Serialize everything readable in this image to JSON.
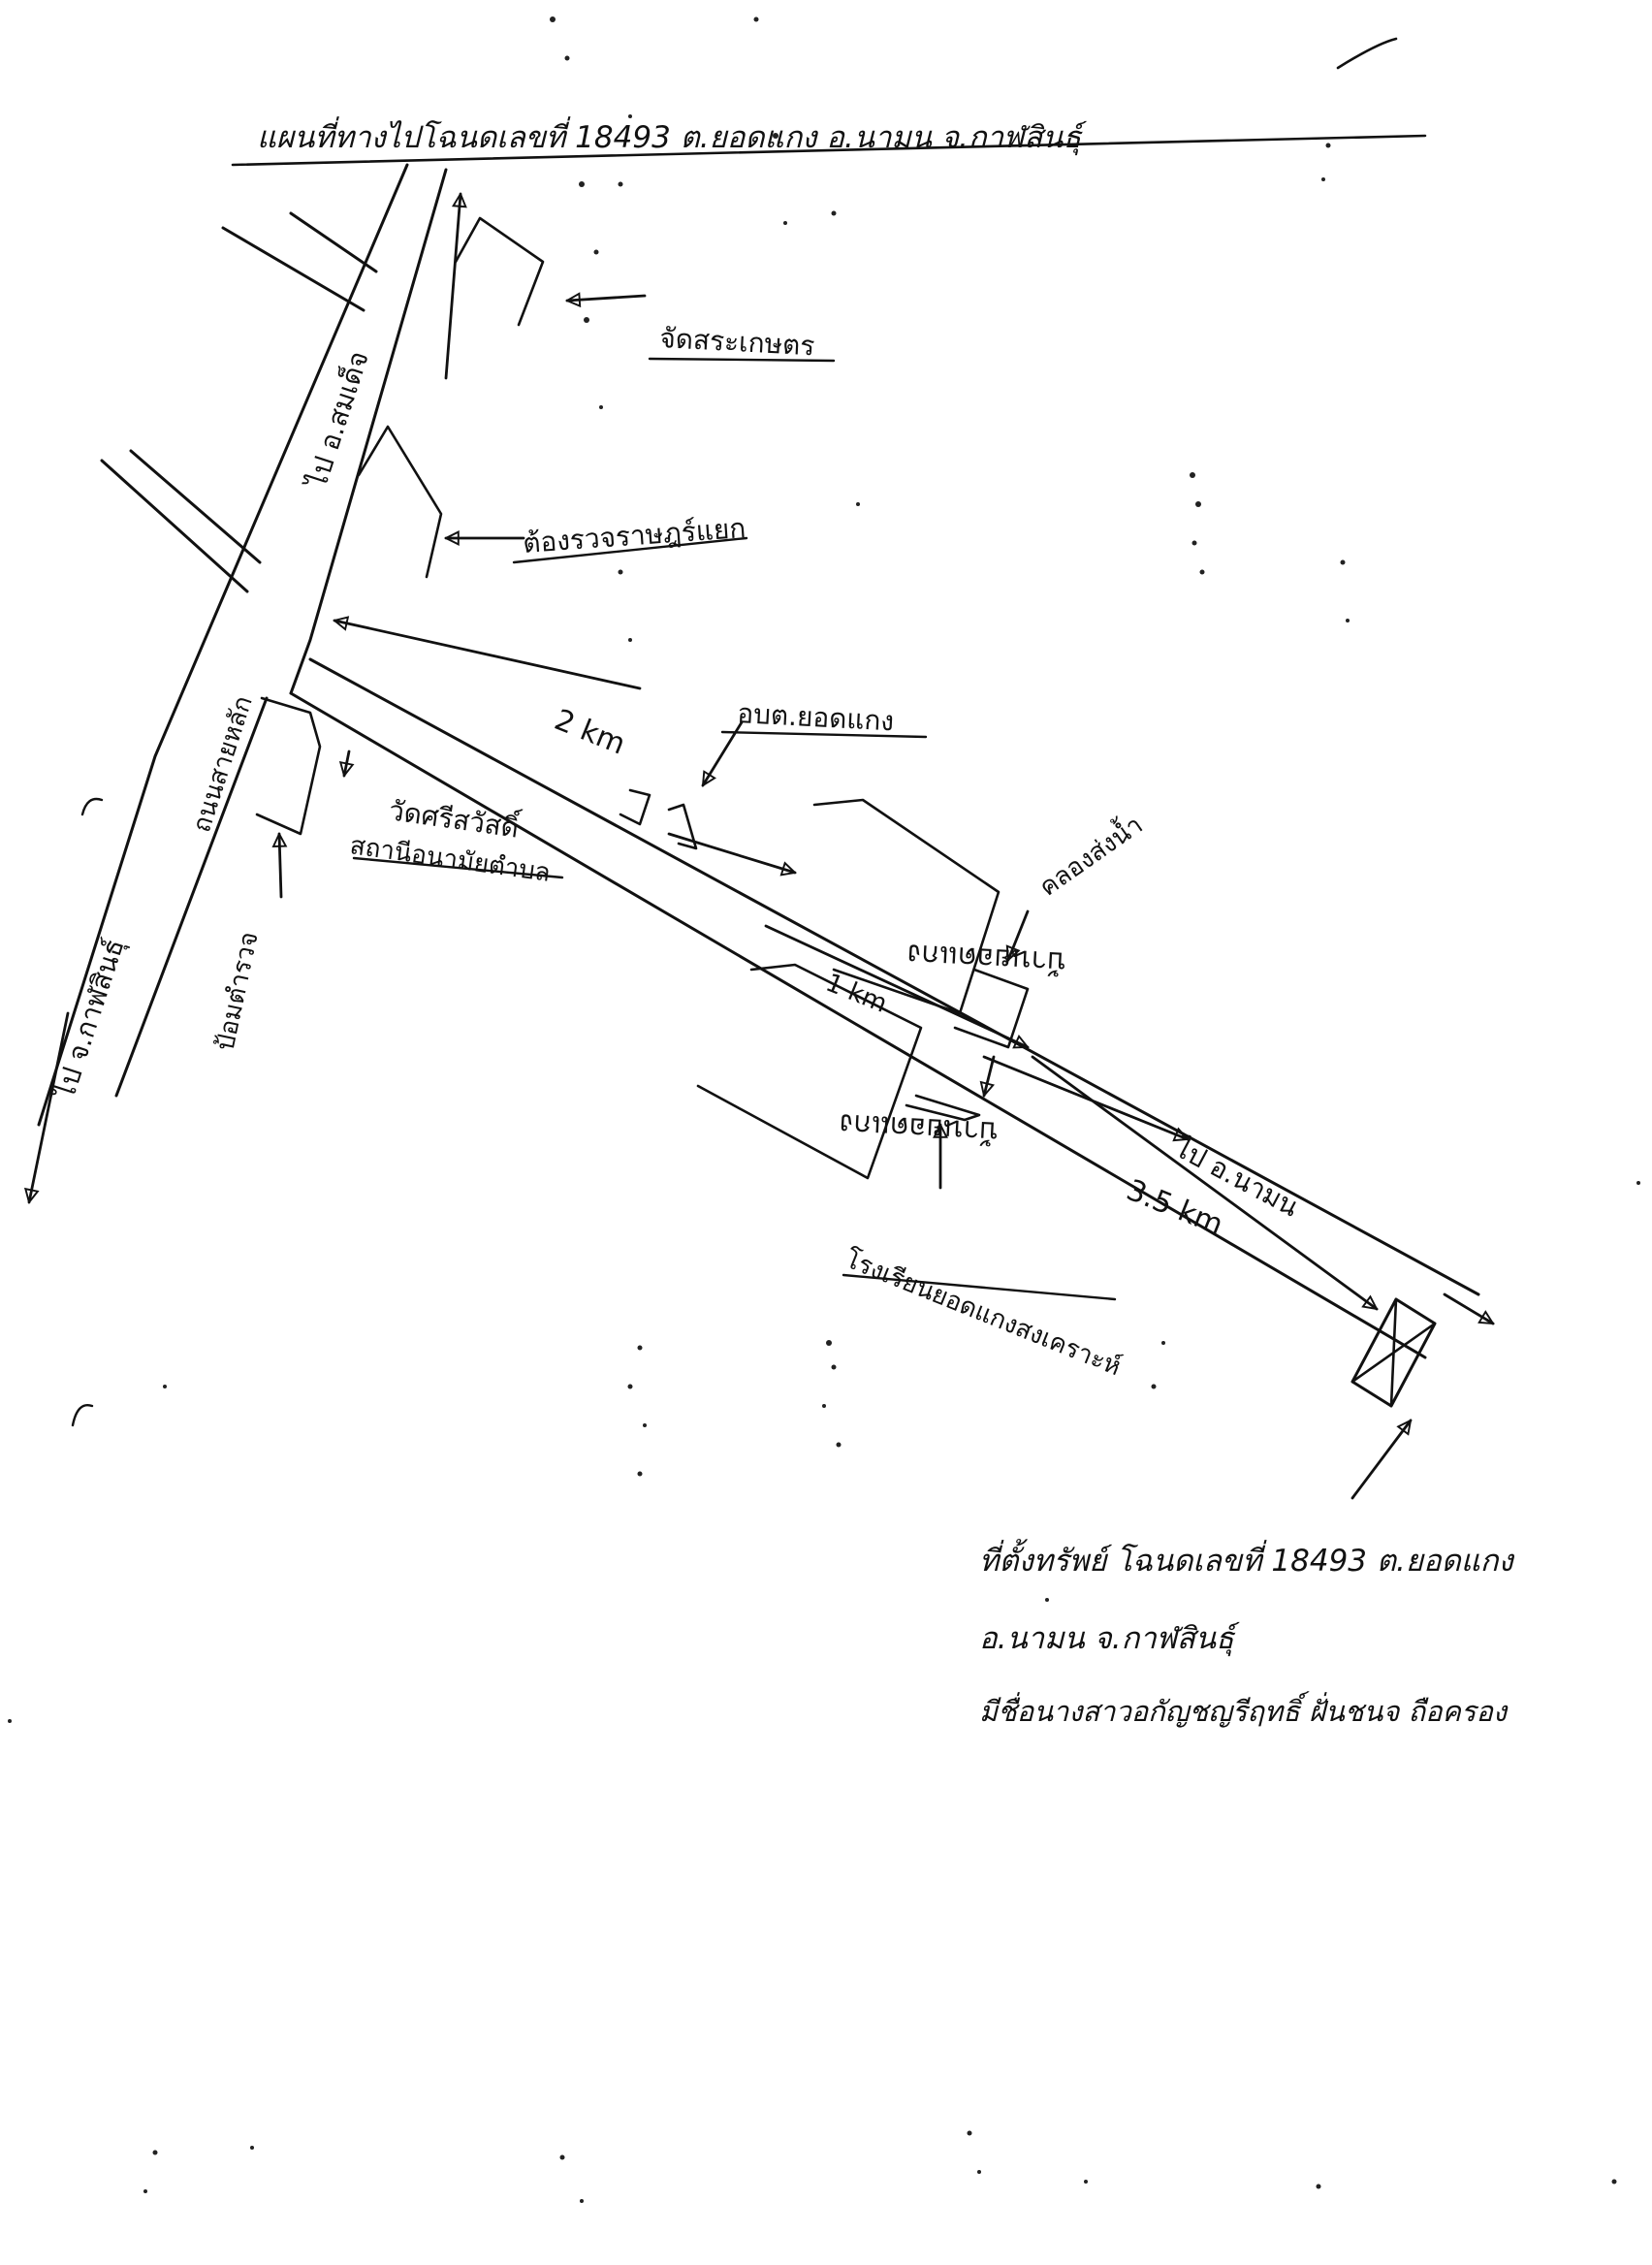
{
  "map": {
    "title": "แผนที่ทางไปโฉนดเลขที่ 18493 ต.ยอดแกง อ.นามน จ.กาฬสินธุ์",
    "labels": {
      "agri_office": "จัดสระเกษตร",
      "market": "ต้องรวจราษฎร์แยก",
      "to_somdet": "ไป อ.สมเด็จ",
      "main_road": "ถนนสายหลัก",
      "to_kalasin": "ไป จ.กาฬสินธุ์",
      "temple": "วัดศรีสวัสดิ์",
      "health_station": "สถานีอนามัยตำบล",
      "police_box": "ป้อมตำรวจ",
      "yotkaeng_office": "อบต.ยอดแกง",
      "village_yotkaeng_north": "บ้านยอดแกง",
      "village_yotkaeng_south": "บ้านยอดแกง",
      "school": "โรงเรียนยอดแกงสงเคราะห์",
      "field_canal": "คลองส่งน้ำ",
      "to_namon": "ไป อ.นามน",
      "dist_2km": "2 km",
      "dist_1km": "1 km",
      "dist_3_5km": "3.5 km"
    },
    "note": {
      "line1": "ที่ตั้งทรัพย์ โฉนดเลขที่ 18493 ต.ยอดแกง",
      "line2": "อ.นามน จ.กาฬสินธุ์",
      "line3": "มีชื่อนางสาวอกัญชญรีฤทธิ์ ฝั่นชนจ ถือครอง"
    },
    "colors": {
      "ink": "#111111",
      "paper": "#ffffff"
    },
    "icons": {
      "plot": "crossed-box-icon",
      "arrows": "arrow-icon"
    }
  }
}
